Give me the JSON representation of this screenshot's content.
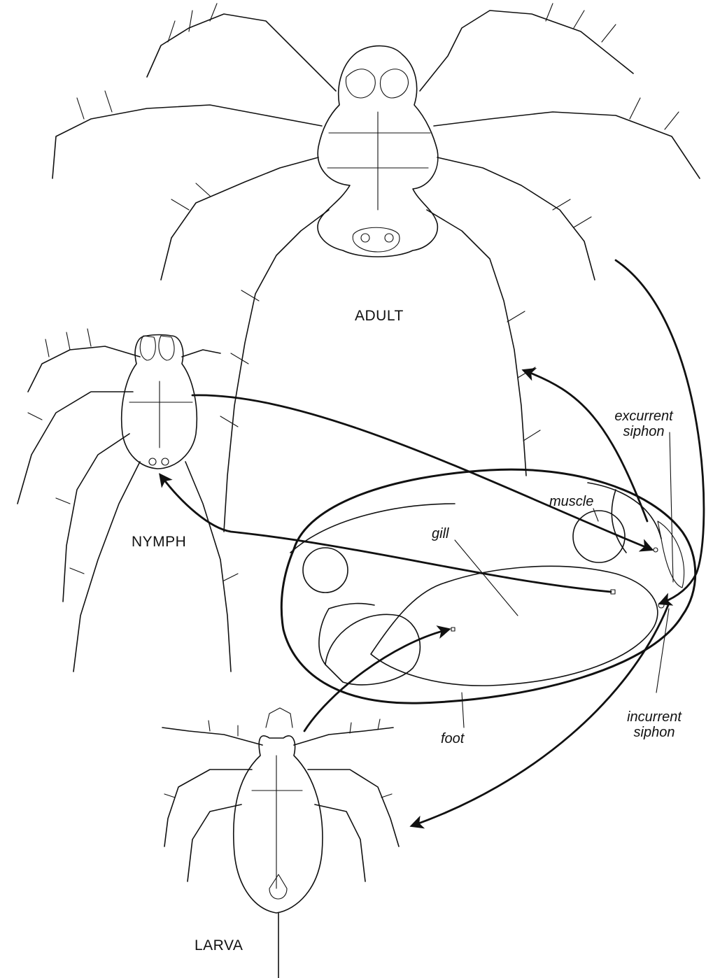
{
  "stages": {
    "adult": "ADULT",
    "nymph": "NYMPH",
    "larva": "LARVA"
  },
  "parts": {
    "gill": "gill",
    "muscle": "muscle",
    "foot": "foot",
    "excurrent_siphon_line1": "excurrent",
    "excurrent_siphon_line2": "siphon",
    "incurrent_siphon_line1": "incurrent",
    "incurrent_siphon_line2": "siphon"
  }
}
